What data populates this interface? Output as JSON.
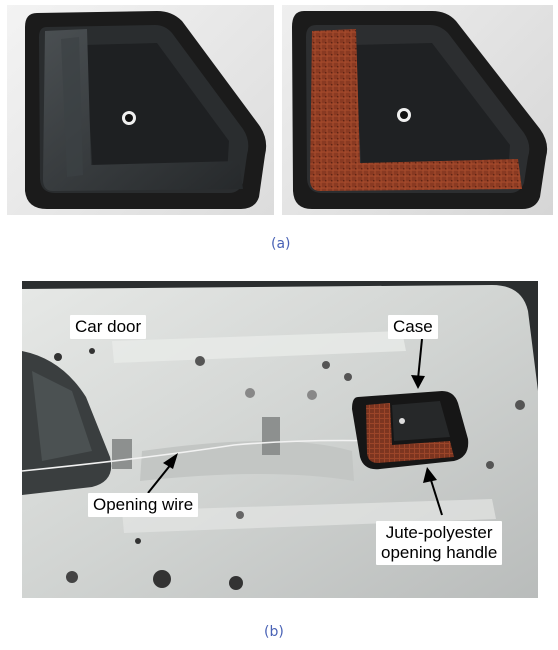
{
  "captions": {
    "a": "(a)",
    "b": "(b)"
  },
  "labels": {
    "car_door": "Car door",
    "case": "Case",
    "opening_wire": "Opening wire",
    "handle_line1": "Jute-polyester",
    "handle_line2": "opening handle"
  },
  "colors": {
    "handle_dark": "#2f3336",
    "handle_jute": "#8a3a22",
    "frame": "#1b1b1b",
    "door_panel": "#d4d7d5",
    "caption_blue": "#4a63b6"
  }
}
